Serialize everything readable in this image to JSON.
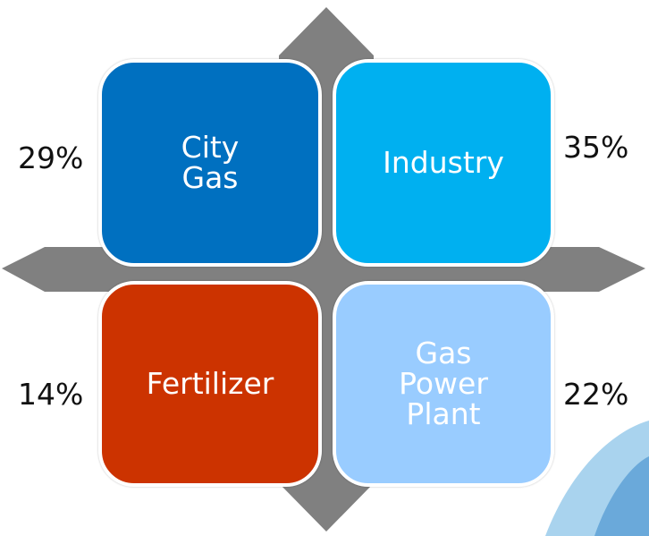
{
  "quadrants": [
    {
      "id": "city-gas",
      "lines": [
        "City",
        "Gas"
      ],
      "percent": "29%",
      "color": "#0070C0"
    },
    {
      "id": "industry",
      "lines": [
        "Industry"
      ],
      "percent": "35%",
      "color": "#00B0F0"
    },
    {
      "id": "fertilizer",
      "lines": [
        "Fertilizer"
      ],
      "percent": "14%",
      "color": "#CC3300"
    },
    {
      "id": "gas-power-plant",
      "lines": [
        "Gas",
        "Power",
        "Plant"
      ],
      "percent": "22%",
      "color": "#99CCFF"
    }
  ],
  "colors": {
    "arrow": "#808080",
    "decor_petal_light": "#A9D3EE",
    "decor_petal_dark": "#5A9FD4"
  }
}
